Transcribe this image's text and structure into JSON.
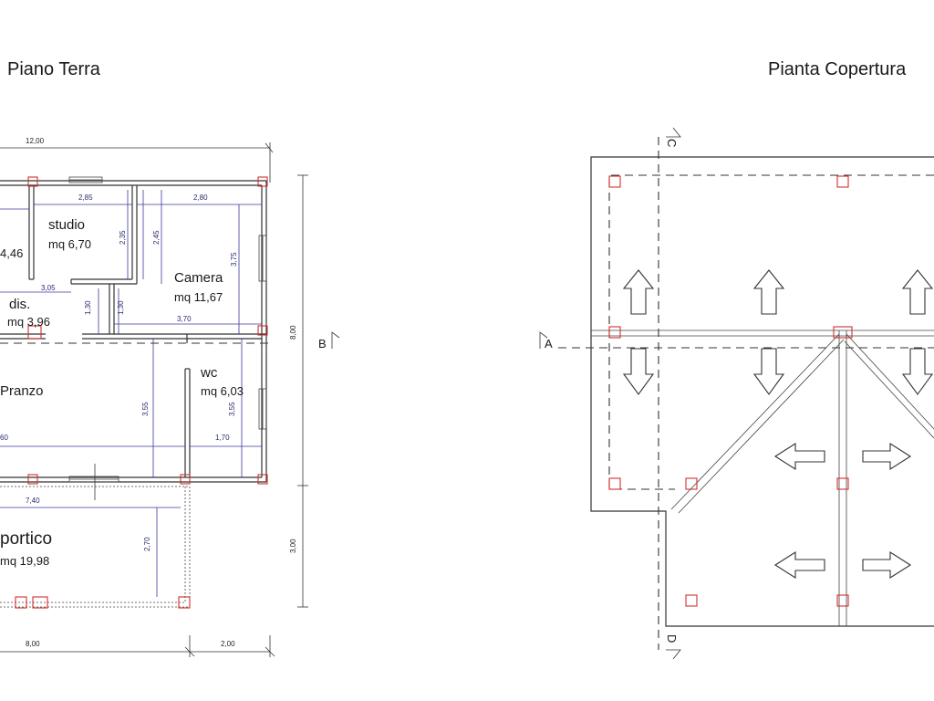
{
  "titles": {
    "ground_floor": "Piano Terra",
    "roof_plan": "Pianta Copertura"
  },
  "rooms": {
    "studio": {
      "name": "studio",
      "area": "mq 6,70"
    },
    "camera": {
      "name": "Camera",
      "area": "mq 11,67"
    },
    "left_room": {
      "area": "4,46"
    },
    "dis": {
      "name": "dis.",
      "area": "mq 3,96"
    },
    "pranzo": {
      "name": "Pranzo"
    },
    "wc": {
      "name": "wc",
      "area": "mq 6,03"
    },
    "portico": {
      "name": "portico",
      "area": "mq 19,98"
    }
  },
  "dimensions": {
    "total_width": "12,00",
    "studio_width": "2,85",
    "camera_width": "2,80",
    "studio_height": "2,35",
    "camera_inner_height": "2,45",
    "camera_height": "3,75",
    "dis_width": "3,05",
    "dis_h1": "1,30",
    "dis_h2": "1,30",
    "camera_bottom": "3,70",
    "total_height": "8,00",
    "pranzo_height": "3,55",
    "wc_height": "3,55",
    "wc_width": "1,70",
    "pranzo_width_partial": "60",
    "portico_width": "7,40",
    "portico_height": "2,70",
    "portico_depth": "3,00",
    "bottom_left": "8,00",
    "bottom_right": "2,00"
  },
  "sections": {
    "a": "A",
    "b": "B",
    "c": "C",
    "d": "D"
  },
  "colors": {
    "pillar": "#d03030",
    "dimension_blue": "#3a3aa0",
    "line": "#333333"
  }
}
